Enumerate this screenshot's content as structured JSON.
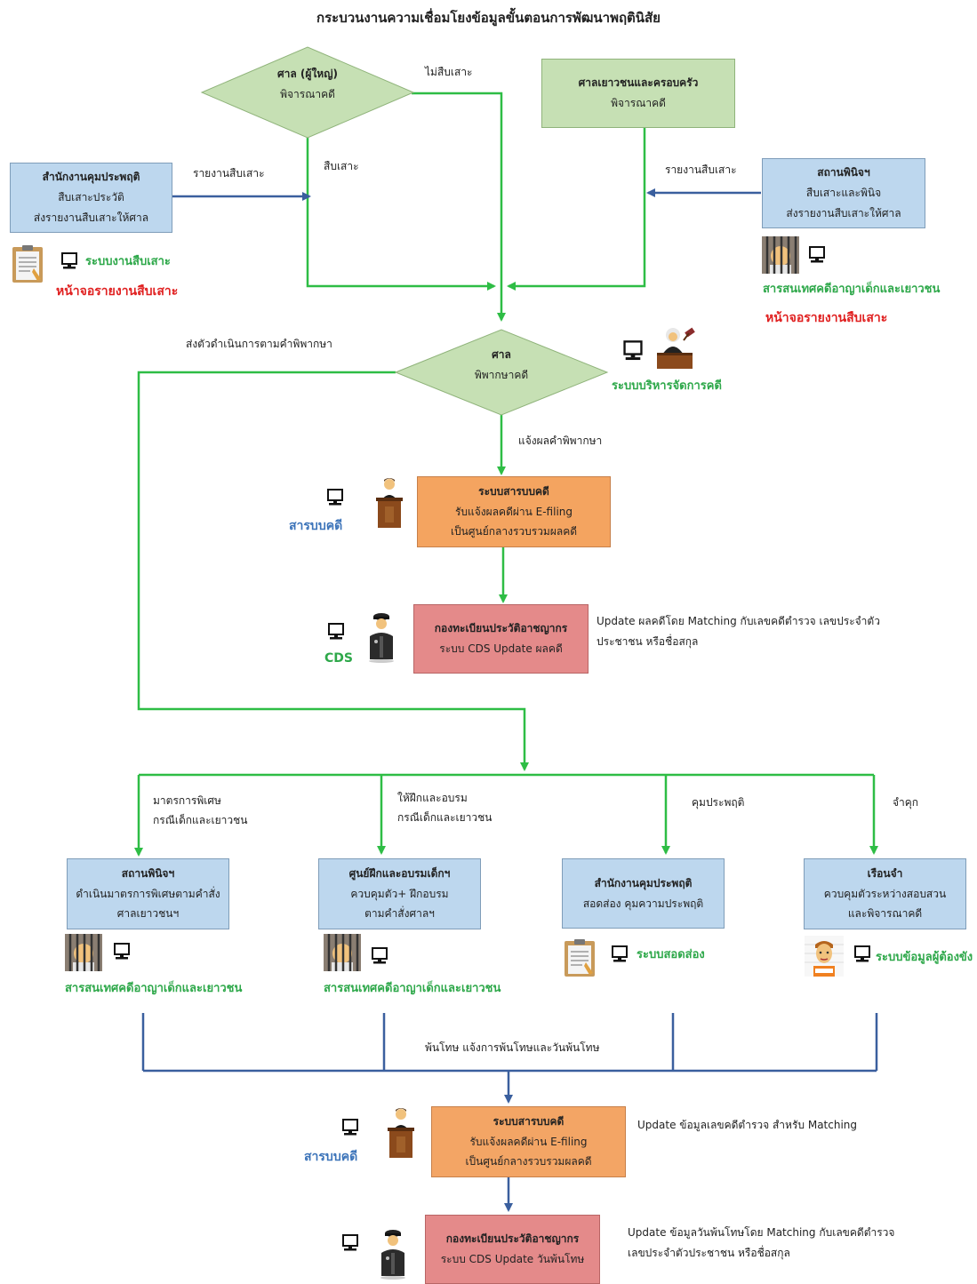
{
  "title": "กระบวนงานความเชื่อมโยงข้อมูลขั้นตอนการพัฒนาพฤตินิสัย",
  "adult_court": {
    "title": "ศาล (ผู้ใหญ่)",
    "sub": "พิจารณาคดี"
  },
  "juvenile_court": {
    "title": "ศาลเยาวชนและครอบครัว",
    "sub": "พิจารณาคดี"
  },
  "probation_left": {
    "title": "สำนักงานคุมประพฤติ",
    "line1": "สืบเสาะประวัติ",
    "line2": "ส่งรายงานสืบเสาะให้ศาล"
  },
  "observation_right": {
    "title": "สถานพินิจฯ",
    "line1": "สืบเสาะและพินิจ",
    "line2": "ส่งรายงานสืบเสาะให้ศาล"
  },
  "court_judge": {
    "title": "ศาล",
    "sub": "พิพากษาคดี"
  },
  "case_system_1": {
    "title": "ระบบสารบบคดี",
    "line1": "รับแจ้งผลคดีผ่าน E-filing",
    "line2": "เป็นศูนย์กลางรวบรวมผลคดี"
  },
  "criminal_reg_1": {
    "title": "กองทะเบียนประวัติอาชญากร",
    "line1": "ระบบ CDS Update ผลคดี"
  },
  "obs_bottom": {
    "title": "สถานพินิจฯ",
    "line1": "ดำเนินมาตรการพิเศษตามคำสั่ง",
    "line2": "ศาลเยาวชนฯ"
  },
  "training": {
    "title": "ศูนย์ฝึกและอบรมเด็กฯ",
    "line1": "ควบคุมตัว+ ฝึกอบรม",
    "line2": "ตามคำสั่งศาลฯ"
  },
  "probation_bottom": {
    "title": "สำนักงานคุมประพฤติ",
    "line1": "สอดส่อง คุมความประพฤติ"
  },
  "prison": {
    "title": "เรือนจำ",
    "line1": "ควบคุมตัวระหว่างสอบสวน",
    "line2": "และพิจารณาคดี"
  },
  "case_system_2": {
    "title": "ระบบสารบบคดี",
    "line1": "รับแจ้งผลคดีผ่าน E-filing",
    "line2": "เป็นศูนย์กลางรวบรวมผลคดี"
  },
  "criminal_reg_2": {
    "title": "กองทะเบียนประวัติอาชญากร",
    "line1": "ระบบ CDS Update วันพ้นโทษ"
  },
  "labels": {
    "no_investigation": "ไม่สืบเสาะ",
    "investigation": "สืบเสาะ",
    "report_left": "รายงานสืบเสาะ",
    "report_right": "รายงานสืบเสาะ",
    "send_execute": "ส่งตัวดำเนินการตามคำพิพากษา",
    "notify_judgment": "แจ้งผลคำพิพากษา",
    "special_measure_1": "มาตรการพิเศษ",
    "special_measure_2": "กรณีเด็กและเยาวชน",
    "train_1": "ให้ฝึกและอบรม",
    "train_2": "กรณีเด็กและเยาวชน",
    "probation": "คุมประพฤติ",
    "imprison": "จำคุก",
    "release": "พ้นโทษ แจ้งการพ้นโทษและวันพ้นโทษ",
    "update_1a": "Update ผลคดีโดย Matching กับเลขคดีตำรวจ เลขประจำตัว",
    "update_1b": "ประชาชน หรือชื่อสกุล",
    "update_2": "Update ข้อมูลเลขคดีตำรวจ สำหรับ  Matching",
    "update_3a": "Update ข้อมูลวันพ้นโทษโดย Matching กับเลขคดีตำรวจ",
    "update_3b": "เลขประจำตัวประชาชน หรือชื่อสกุล"
  },
  "systems": {
    "investigation_system": "ระบบงานสืบเสาะ",
    "report_screen_left": "หน้าจอรายงานสืบเสาะ",
    "juvenile_info_top": "สารสนเทศคดีอาญาเด็กและเยาวชน",
    "report_screen_right": "หน้าจอรายงานสืบเสาะ",
    "case_management": "ระบบบริหารจัดการคดี",
    "case_registry_1": "สารบบคดี",
    "cds": "CDS",
    "juvenile_info_b1": "สารสนเทศคดีอาญาเด็กและเยาวชน",
    "juvenile_info_b2": "สารสนเทศคดีอาญาเด็กและเยาวชน",
    "monitoring_system": "ระบบสอดส่อง",
    "inmate_system": "ระบบข้อมูลผู้ต้องขัง",
    "case_registry_2": "สารบบคดี"
  },
  "colors": {
    "green_line": "#2ebd45",
    "blue_line": "#3a5f9e",
    "box_blue": "#bdd7ee",
    "box_green": "#c6e0b4",
    "box_orange": "#f4a460",
    "box_red": "#e48a8a"
  }
}
